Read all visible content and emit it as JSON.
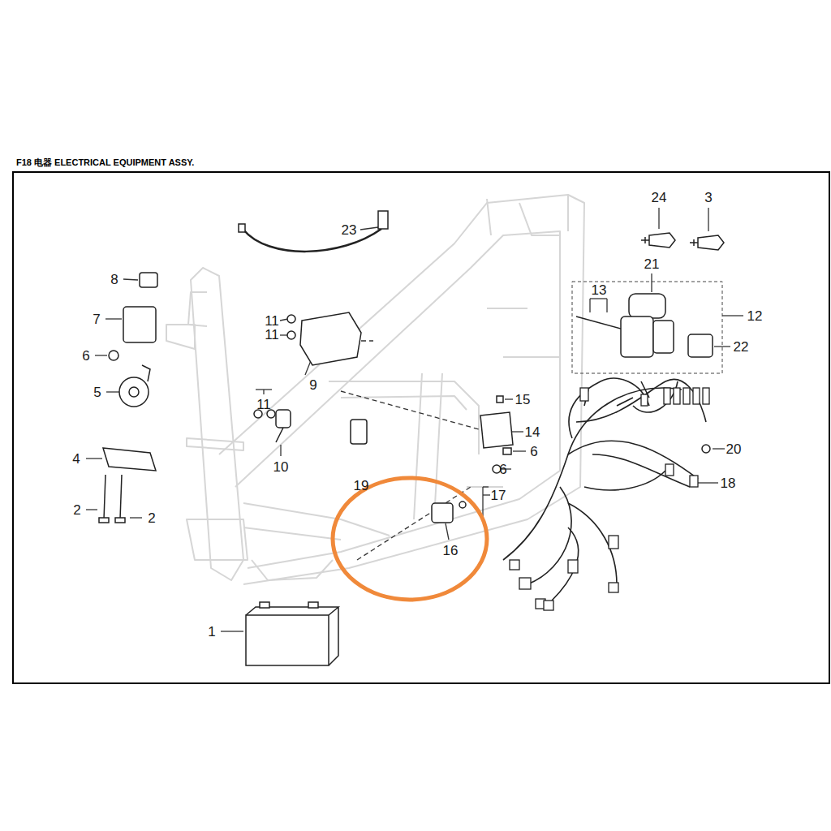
{
  "diagram": {
    "title": "F18 电器 ELECTRICAL EQUIPMENT ASSY.",
    "labels": [
      "24",
      "3",
      "23",
      "8",
      "21",
      "13",
      "12",
      "7",
      "11",
      "11",
      "22",
      "6",
      "9",
      "5",
      "11",
      "15",
      "14",
      "6",
      "20",
      "6",
      "18",
      "4",
      "10",
      "19",
      "17",
      "2",
      "2",
      "16",
      "1"
    ]
  }
}
